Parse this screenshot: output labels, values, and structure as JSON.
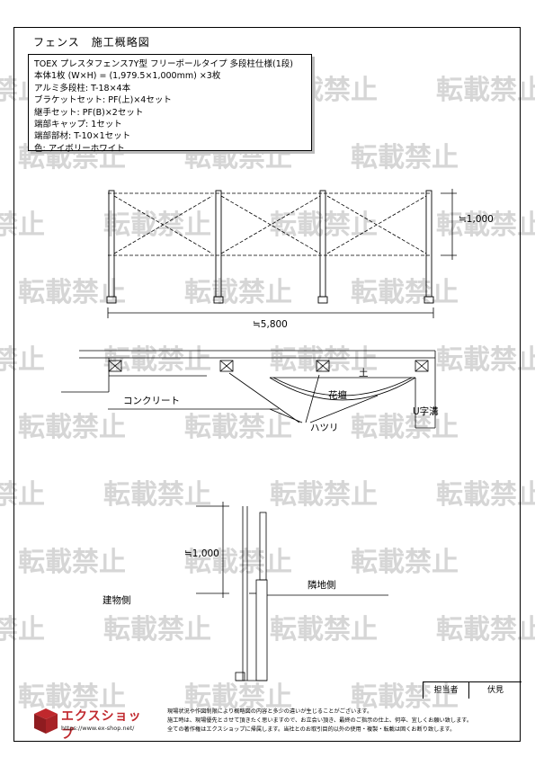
{
  "document": {
    "title": "フェンス　施工概略図",
    "spec_lines": [
      "TOEX プレスタフェンス7Y型 フリーポールタイプ 多段柱仕様(1段)",
      "本体1枚 (W×H) = (1,979.5×1,000mm) ×3枚",
      "アルミ多段柱: T-18×4本",
      "ブラケットセット: PF(上)×4セット",
      "継手セット: PF(B)×2セット",
      "端部キャップ: 1セット",
      "端部部材: T-10×1セット",
      "色: アイボリーホワイト"
    ]
  },
  "elevation": {
    "height_dim": "≒1,000",
    "width_dim": "≒5,800"
  },
  "plan": {
    "label_soil": "土",
    "label_concrete": "コンクリート",
    "label_flowerbed": "花壇",
    "label_chipping": "ハツリ",
    "label_ugutter": "U字溝"
  },
  "section": {
    "height_dim": "≒1,000",
    "label_building": "建物側",
    "label_neighbor": "隣地側"
  },
  "watermark": {
    "text": "転載禁止"
  },
  "footer": {
    "person_label": "担当者",
    "person_name": "伏見",
    "logo_name": "エクスショップ",
    "logo_url": "https://www.ex-shop.net/",
    "notes": [
      "現場状況や作図制限により概略図の内容と多少の違いが生じることがございます。",
      "施工時は、現場優先とさせて頂きたく思いますので、お立会い頂き、最終のご指示の仕上、何卒、宜しくお願い致します。",
      "全ての著作権はエクスショップに帰属します。当社とのお取引目的以外の使用・複製・転載は固くお断り致します。"
    ]
  },
  "colors": {
    "brand": "#c0282d",
    "watermark": "#d6d6d6"
  }
}
